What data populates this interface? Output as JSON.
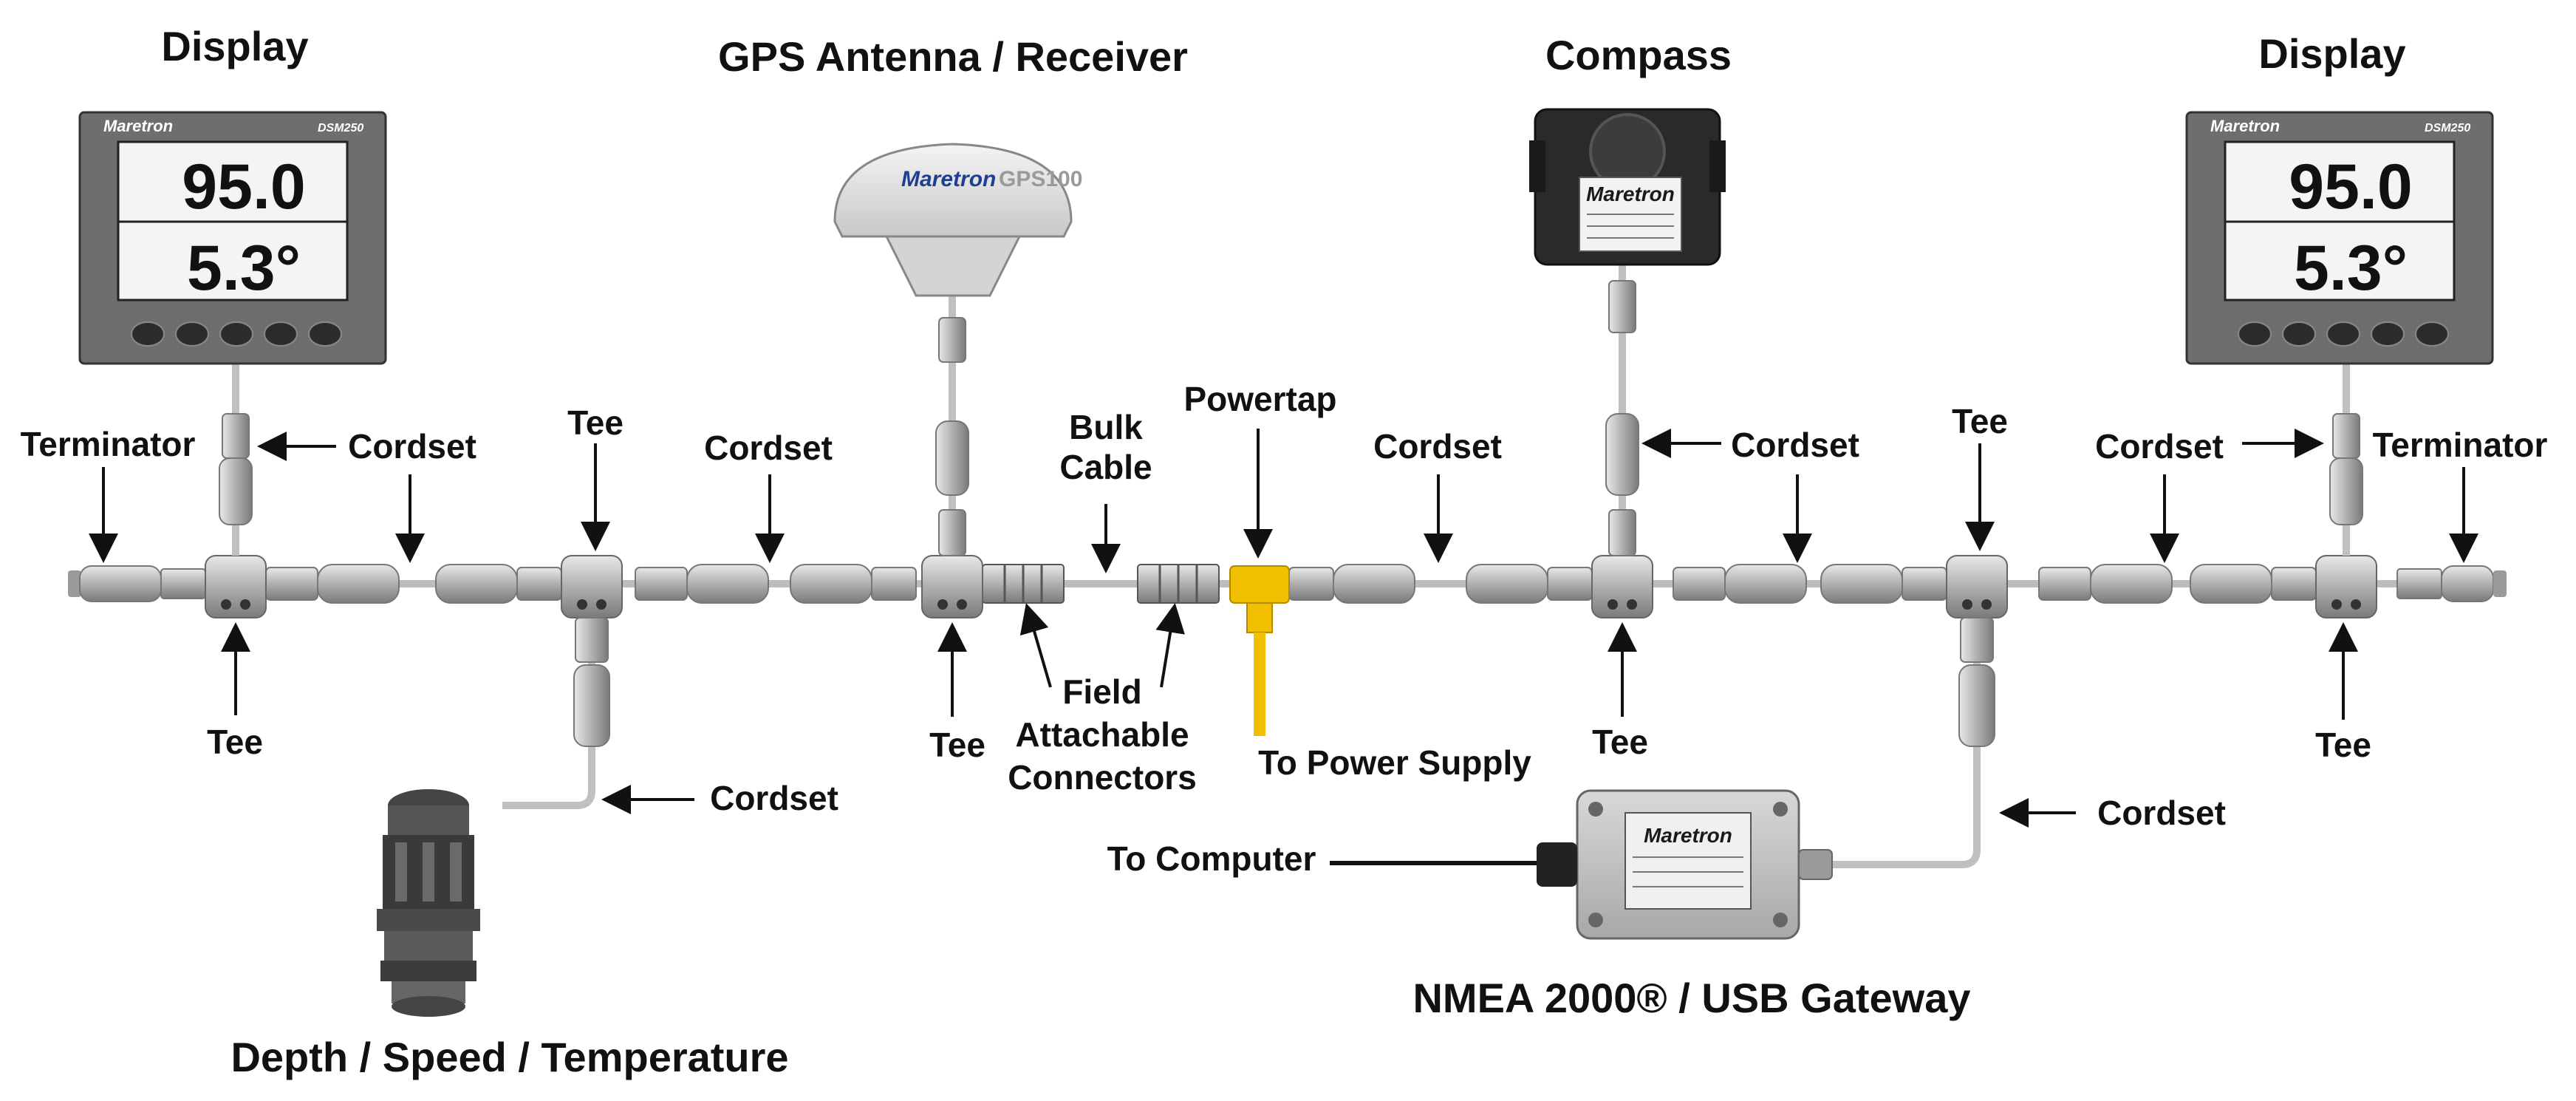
{
  "titles": {
    "display_left": "Display",
    "gps": "GPS Antenna / Receiver",
    "compass": "Compass",
    "display_right": "Display",
    "gateway": "NMEA 2000® / USB Gateway",
    "depth": "Depth / Speed / Temperature"
  },
  "labels": {
    "terminator": "Terminator",
    "cordset": "Cordset",
    "tee": "Tee",
    "bulk_line1": "Bulk",
    "bulk_line2": "Cable",
    "powertap": "Powertap",
    "field_line1": "Field",
    "field_line2": "Attachable",
    "field_line3": "Connectors",
    "to_power_supply": "To Power Supply",
    "to_computer": "To Computer"
  },
  "devices": {
    "brand": "Maretron",
    "display_model": "DSM250",
    "display_value_top": "95.0",
    "display_value_bottom": "5.3°",
    "gps_model": "GPS100"
  },
  "colors": {
    "powertap": "#f0c000",
    "display_body": "#6e6e6e",
    "device_dark": "#2a2a2a",
    "cable": "#b8b8b8"
  }
}
